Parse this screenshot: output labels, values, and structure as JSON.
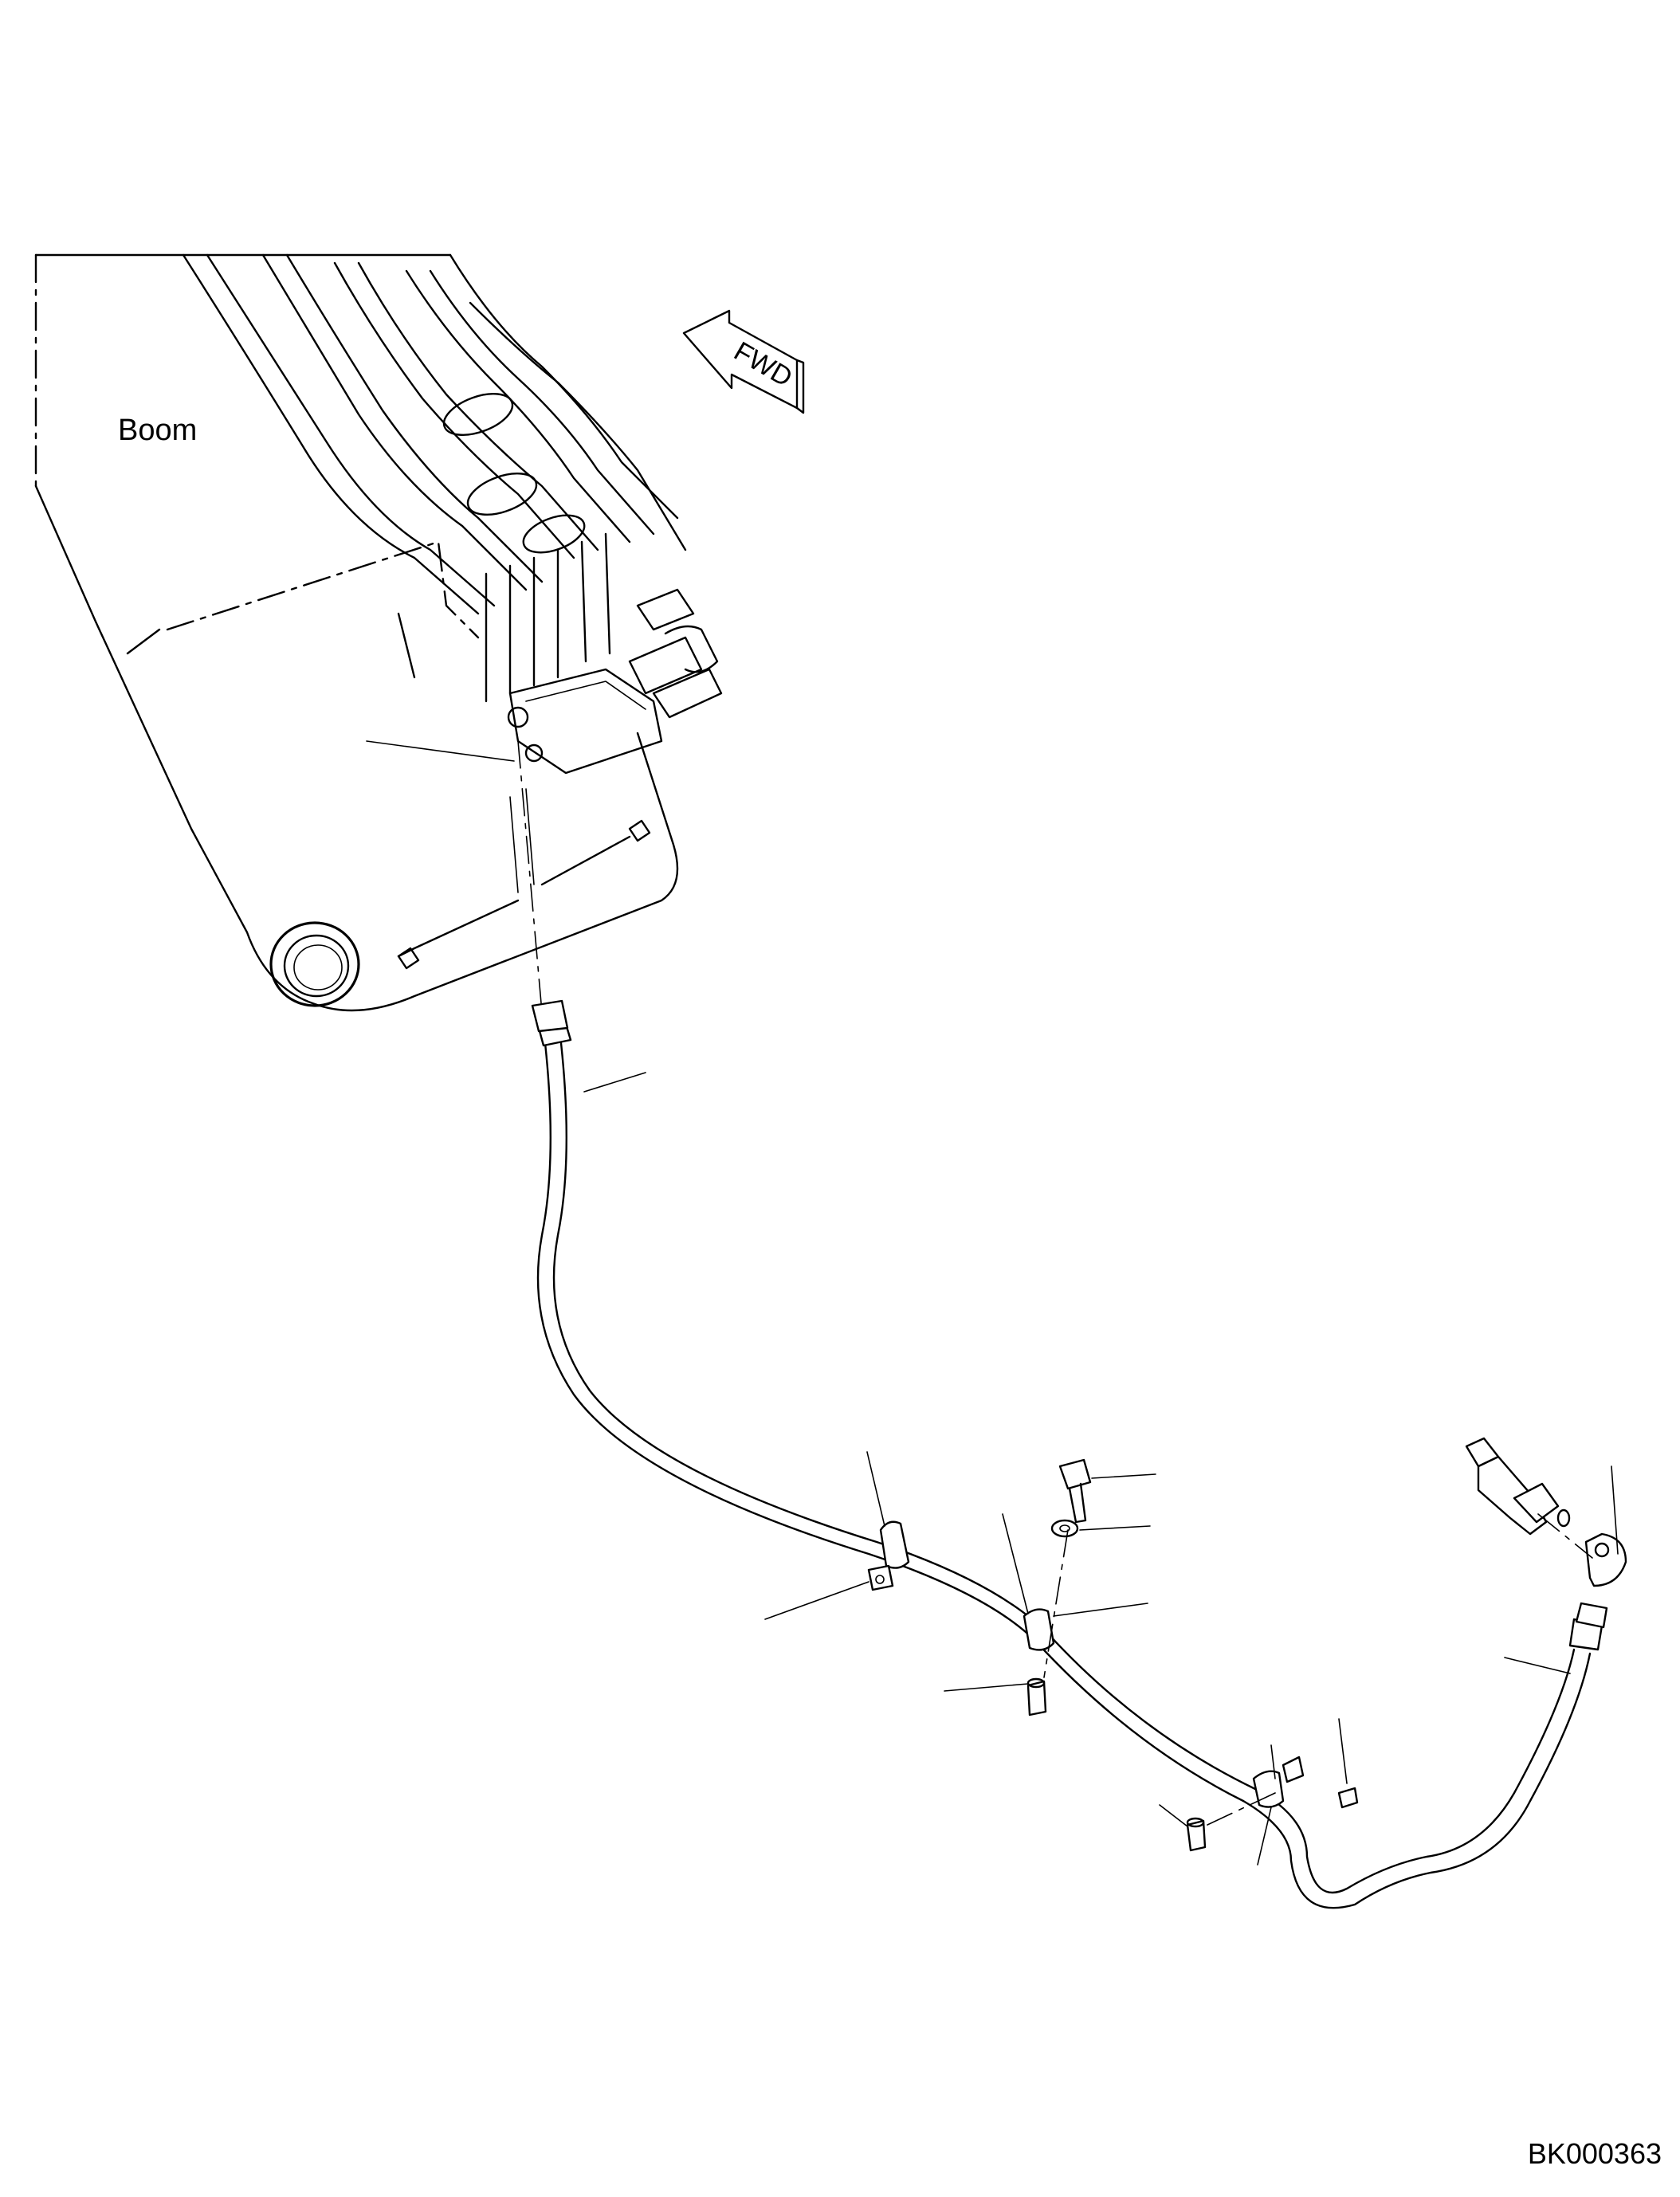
{
  "labels": {
    "boom": "Boom",
    "fwd": "FWD",
    "drawing_id": "BK000363"
  },
  "colors": {
    "line": "#000000",
    "background": "#ffffff"
  }
}
